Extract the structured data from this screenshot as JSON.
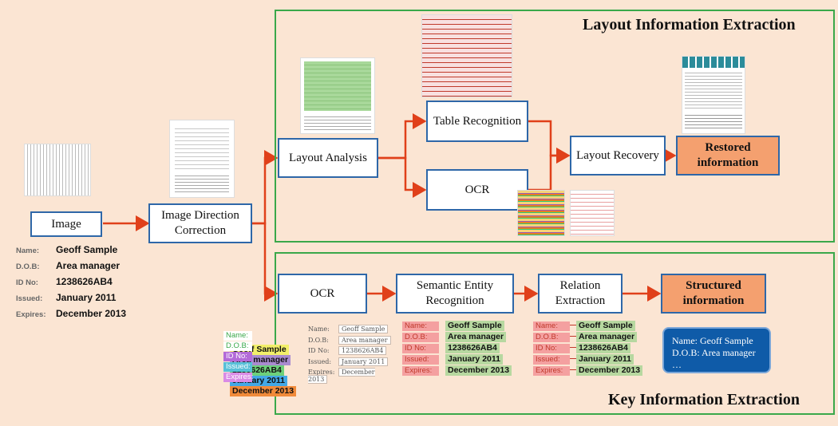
{
  "regions": {
    "layout": {
      "title": "Layout Information Extraction"
    },
    "kie": {
      "title": "Key Information Extraction"
    }
  },
  "nodes": {
    "image": "Image",
    "image_direction_correction": "Image Direction Correction",
    "layout_analysis": "Layout Analysis",
    "table_recognition": "Table Recognition",
    "ocr_layout": "OCR",
    "layout_recovery": "Layout Recovery",
    "restored_information": "Restored information",
    "ocr_kie": "OCR",
    "semantic_entity_recognition": "Semantic Entity Recognition",
    "relation_extraction": "Relation Extraction",
    "structured_information": "Structured information"
  },
  "id_card": {
    "rows": [
      {
        "label": "Name:",
        "value": "Geoff Sample"
      },
      {
        "label": "D.O.B:",
        "value": "Area manager"
      },
      {
        "label": "ID No:",
        "value": "1238626AB4"
      },
      {
        "label": "Issued:",
        "value": "January 2011"
      },
      {
        "label": "Expires:",
        "value": "December 2013"
      }
    ]
  },
  "ocr_boxes": {
    "rows": [
      {
        "label": "Name:",
        "value": "Geoff Sample"
      },
      {
        "label": "D.O.B:",
        "value": "Area manager"
      },
      {
        "label": "ID No:",
        "value": "1238626AB4"
      },
      {
        "label": "Issued:",
        "value": "January 2011"
      },
      {
        "label": "Expires:",
        "value": "December 2013"
      }
    ],
    "plain": [
      {
        "label": "Name:",
        "value": "Geoff Sample"
      },
      {
        "label": "D.O.B:",
        "value": "Area manager"
      },
      {
        "label": "ID No:",
        "value": "1238626AB4"
      },
      {
        "label": "Issued:",
        "value": "January 2011"
      },
      {
        "label": "Expires:",
        "value": "December 2013"
      }
    ]
  },
  "ser_boxes": {
    "rows": [
      {
        "label": "Name:",
        "value": "Geoff Sample"
      },
      {
        "label": "D.O.B:",
        "value": "Area manager"
      },
      {
        "label": "ID No:",
        "value": "1238626AB4"
      },
      {
        "label": "Issued:",
        "value": "January 2011"
      },
      {
        "label": "Expires:",
        "value": "December 2013"
      }
    ]
  },
  "re_boxes": {
    "rows": [
      {
        "label": "Name:",
        "value": "Geoff Sample"
      },
      {
        "label": "D.O.B:",
        "value": "Area manager"
      },
      {
        "label": "ID No:",
        "value": "1238626AB4"
      },
      {
        "label": "Issued:",
        "value": "January 2011"
      },
      {
        "label": "Expires:",
        "value": "December 2013"
      }
    ]
  },
  "result_bubble": {
    "line1": "Name: Geoff Sample",
    "line2": "D.O.B: Area manager",
    "line3": "…"
  },
  "colors": {
    "arrow": "#e0401a",
    "region_border": "#3aa84a",
    "node_border": "#2e67a8",
    "highlight": "#f4a06f",
    "background": "#fbe5d3",
    "bubble": "#0f5ba8"
  }
}
